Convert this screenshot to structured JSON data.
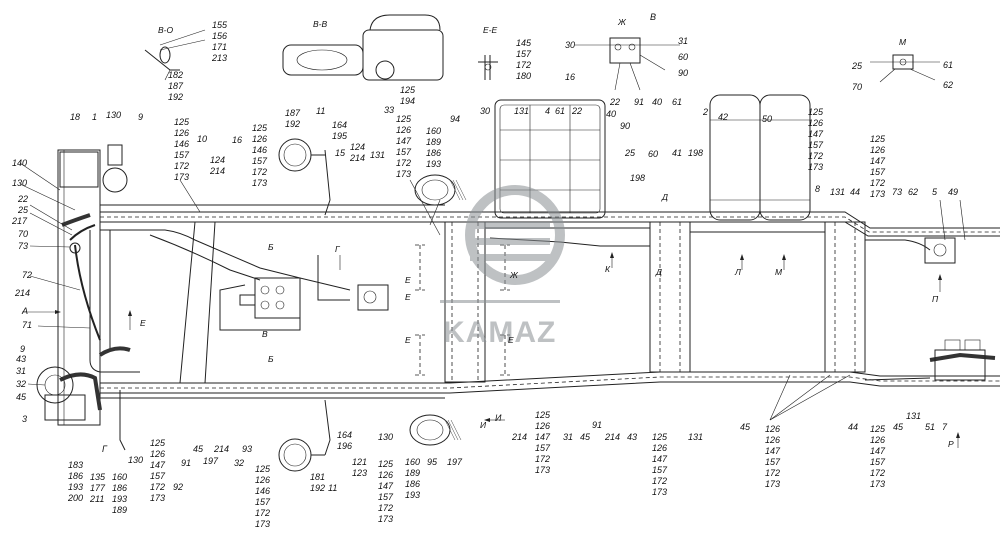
{
  "logo": {
    "text": "KAMAZ"
  },
  "section_views": {
    "bo": "В-О",
    "bb": "В-В",
    "ee": "Е-Е",
    "zh": "Ж",
    "m": "М"
  },
  "labels": [
    {
      "id": "l1",
      "text": "155"
    },
    {
      "id": "l2",
      "text": "156"
    },
    {
      "id": "l3",
      "text": "171"
    },
    {
      "id": "l4",
      "text": "213"
    },
    {
      "id": "l5",
      "text": "182"
    },
    {
      "id": "l6",
      "text": "187"
    },
    {
      "id": "l7",
      "text": "192"
    },
    {
      "id": "l8",
      "text": "125"
    },
    {
      "id": "l9",
      "text": "194"
    },
    {
      "id": "l10",
      "text": "145"
    },
    {
      "id": "l11",
      "text": "157"
    },
    {
      "id": "l12",
      "text": "172"
    },
    {
      "id": "l13",
      "text": "180"
    },
    {
      "id": "l14",
      "text": "30"
    },
    {
      "id": "l15",
      "text": "В"
    },
    {
      "id": "l16",
      "text": "31"
    },
    {
      "id": "l17",
      "text": "60"
    },
    {
      "id": "l18",
      "text": "90"
    },
    {
      "id": "l19",
      "text": "16"
    },
    {
      "id": "l20",
      "text": "22"
    },
    {
      "id": "l21",
      "text": "91"
    },
    {
      "id": "l22",
      "text": "40"
    },
    {
      "id": "l23",
      "text": "61"
    },
    {
      "id": "l24",
      "text": "25"
    },
    {
      "id": "l25",
      "text": "61"
    },
    {
      "id": "l26",
      "text": "70"
    },
    {
      "id": "l27",
      "text": "62"
    },
    {
      "id": "l28",
      "text": "18"
    },
    {
      "id": "l29",
      "text": "1"
    },
    {
      "id": "l30",
      "text": "130"
    },
    {
      "id": "l31",
      "text": "9"
    },
    {
      "id": "l32",
      "text": "125"
    },
    {
      "id": "l33",
      "text": "126"
    },
    {
      "id": "l34",
      "text": "146"
    },
    {
      "id": "l35",
      "text": "157"
    },
    {
      "id": "l36",
      "text": "172"
    },
    {
      "id": "l37",
      "text": "173"
    },
    {
      "id": "l38",
      "text": "10"
    },
    {
      "id": "l39",
      "text": "124"
    },
    {
      "id": "l40",
      "text": "214"
    },
    {
      "id": "l41",
      "text": "16"
    },
    {
      "id": "l42",
      "text": "125"
    },
    {
      "id": "l43",
      "text": "126"
    },
    {
      "id": "l44",
      "text": "146"
    },
    {
      "id": "l45",
      "text": "157"
    },
    {
      "id": "l46",
      "text": "172"
    },
    {
      "id": "l47",
      "text": "173"
    },
    {
      "id": "l48",
      "text": "187"
    },
    {
      "id": "l49",
      "text": "192"
    },
    {
      "id": "l50",
      "text": "11"
    },
    {
      "id": "l51",
      "text": "164"
    },
    {
      "id": "l52",
      "text": "195"
    },
    {
      "id": "l53",
      "text": "15"
    },
    {
      "id": "l54",
      "text": "124"
    },
    {
      "id": "l55",
      "text": "214"
    },
    {
      "id": "l56",
      "text": "131"
    },
    {
      "id": "l57",
      "text": "33"
    },
    {
      "id": "l58",
      "text": "125"
    },
    {
      "id": "l59",
      "text": "126"
    },
    {
      "id": "l60",
      "text": "147"
    },
    {
      "id": "l61",
      "text": "157"
    },
    {
      "id": "l62",
      "text": "172"
    },
    {
      "id": "l63",
      "text": "173"
    },
    {
      "id": "l64",
      "text": "160"
    },
    {
      "id": "l65",
      "text": "189"
    },
    {
      "id": "l66",
      "text": "186"
    },
    {
      "id": "l67",
      "text": "193"
    },
    {
      "id": "l68",
      "text": "94"
    },
    {
      "id": "l69",
      "text": "30"
    },
    {
      "id": "l70",
      "text": "131"
    },
    {
      "id": "l71",
      "text": "4"
    },
    {
      "id": "l72",
      "text": "61"
    },
    {
      "id": "l73",
      "text": "22"
    },
    {
      "id": "l74",
      "text": "40"
    },
    {
      "id": "l75",
      "text": "90"
    },
    {
      "id": "l76",
      "text": "25"
    },
    {
      "id": "l77",
      "text": "60"
    },
    {
      "id": "l78",
      "text": "198"
    },
    {
      "id": "l79",
      "text": "41"
    },
    {
      "id": "l80",
      "text": "198"
    },
    {
      "id": "l81",
      "text": "2"
    },
    {
      "id": "l82",
      "text": "42"
    },
    {
      "id": "l83",
      "text": "50"
    },
    {
      "id": "l84",
      "text": "125"
    },
    {
      "id": "l85",
      "text": "126"
    },
    {
      "id": "l86",
      "text": "147"
    },
    {
      "id": "l87",
      "text": "157"
    },
    {
      "id": "l88",
      "text": "172"
    },
    {
      "id": "l89",
      "text": "173"
    },
    {
      "id": "l90",
      "text": "125"
    },
    {
      "id": "l91",
      "text": "126"
    },
    {
      "id": "l92",
      "text": "147"
    },
    {
      "id": "l93",
      "text": "157"
    },
    {
      "id": "l94",
      "text": "172"
    },
    {
      "id": "l95",
      "text": "173"
    },
    {
      "id": "l96",
      "text": "8"
    },
    {
      "id": "l97",
      "text": "131"
    },
    {
      "id": "l98",
      "text": "44"
    },
    {
      "id": "l99",
      "text": "73"
    },
    {
      "id": "l100",
      "text": "62"
    },
    {
      "id": "l101",
      "text": "5"
    },
    {
      "id": "l102",
      "text": "49"
    },
    {
      "id": "l103",
      "text": "140"
    },
    {
      "id": "l104",
      "text": "130"
    },
    {
      "id": "l105",
      "text": "22"
    },
    {
      "id": "l106",
      "text": "25"
    },
    {
      "id": "l107",
      "text": "217"
    },
    {
      "id": "l108",
      "text": "70"
    },
    {
      "id": "l109",
      "text": "73"
    },
    {
      "id": "l110",
      "text": "72"
    },
    {
      "id": "l111",
      "text": "214"
    },
    {
      "id": "l112",
      "text": "А"
    },
    {
      "id": "l113",
      "text": "71"
    },
    {
      "id": "l114",
      "text": "9"
    },
    {
      "id": "l115",
      "text": "43"
    },
    {
      "id": "l116",
      "text": "31"
    },
    {
      "id": "l117",
      "text": "32"
    },
    {
      "id": "l118",
      "text": "45"
    },
    {
      "id": "l119",
      "text": "3"
    },
    {
      "id": "l120",
      "text": "Г"
    },
    {
      "id": "l121",
      "text": "183"
    },
    {
      "id": "l122",
      "text": "186"
    },
    {
      "id": "l123",
      "text": "193"
    },
    {
      "id": "l124",
      "text": "200"
    },
    {
      "id": "l125",
      "text": "135"
    },
    {
      "id": "l126",
      "text": "177"
    },
    {
      "id": "l127",
      "text": "211"
    },
    {
      "id": "l128",
      "text": "160"
    },
    {
      "id": "l129",
      "text": "186"
    },
    {
      "id": "l130",
      "text": "193"
    },
    {
      "id": "l131",
      "text": "189"
    },
    {
      "id": "l132",
      "text": "130"
    },
    {
      "id": "l133",
      "text": "125"
    },
    {
      "id": "l134",
      "text": "126"
    },
    {
      "id": "l135",
      "text": "147"
    },
    {
      "id": "l136",
      "text": "157"
    },
    {
      "id": "l137",
      "text": "172"
    },
    {
      "id": "l138",
      "text": "173"
    },
    {
      "id": "l139",
      "text": "91"
    },
    {
      "id": "l140",
      "text": "92"
    },
    {
      "id": "l141",
      "text": "45"
    },
    {
      "id": "l142",
      "text": "197"
    },
    {
      "id": "l143",
      "text": "214"
    },
    {
      "id": "l144",
      "text": "32"
    },
    {
      "id": "l145",
      "text": "93"
    },
    {
      "id": "l146",
      "text": "125"
    },
    {
      "id": "l147",
      "text": "126"
    },
    {
      "id": "l148",
      "text": "146"
    },
    {
      "id": "l149",
      "text": "157"
    },
    {
      "id": "l150",
      "text": "172"
    },
    {
      "id": "l151",
      "text": "173"
    },
    {
      "id": "l152",
      "text": "181"
    },
    {
      "id": "l153",
      "text": "192"
    },
    {
      "id": "l154",
      "text": "11"
    },
    {
      "id": "l155",
      "text": "164"
    },
    {
      "id": "l156",
      "text": "196"
    },
    {
      "id": "l157",
      "text": "121"
    },
    {
      "id": "l158",
      "text": "123"
    },
    {
      "id": "l159",
      "text": "130"
    },
    {
      "id": "l160",
      "text": "125"
    },
    {
      "id": "l161",
      "text": "126"
    },
    {
      "id": "l162",
      "text": "147"
    },
    {
      "id": "l163",
      "text": "157"
    },
    {
      "id": "l164",
      "text": "172"
    },
    {
      "id": "l165",
      "text": "173"
    },
    {
      "id": "l166",
      "text": "160"
    },
    {
      "id": "l167",
      "text": "189"
    },
    {
      "id": "l168",
      "text": "186"
    },
    {
      "id": "l169",
      "text": "193"
    },
    {
      "id": "l170",
      "text": "95"
    },
    {
      "id": "l171",
      "text": "197"
    },
    {
      "id": "l172",
      "text": "И"
    },
    {
      "id": "l173",
      "text": "214"
    },
    {
      "id": "l174",
      "text": "125"
    },
    {
      "id": "l175",
      "text": "126"
    },
    {
      "id": "l176",
      "text": "147"
    },
    {
      "id": "l177",
      "text": "157"
    },
    {
      "id": "l178",
      "text": "172"
    },
    {
      "id": "l179",
      "text": "173"
    },
    {
      "id": "l180",
      "text": "31"
    },
    {
      "id": "l181",
      "text": "45"
    },
    {
      "id": "l182",
      "text": "91"
    },
    {
      "id": "l183",
      "text": "214"
    },
    {
      "id": "l184",
      "text": "43"
    },
    {
      "id": "l185",
      "text": "125"
    },
    {
      "id": "l186",
      "text": "126"
    },
    {
      "id": "l187",
      "text": "147"
    },
    {
      "id": "l188",
      "text": "157"
    },
    {
      "id": "l189",
      "text": "172"
    },
    {
      "id": "l190",
      "text": "173"
    },
    {
      "id": "l191",
      "text": "131"
    },
    {
      "id": "l192",
      "text": "45"
    },
    {
      "id": "l193",
      "text": "126"
    },
    {
      "id": "l194",
      "text": "126"
    },
    {
      "id": "l195",
      "text": "147"
    },
    {
      "id": "l196",
      "text": "157"
    },
    {
      "id": "l197",
      "text": "172"
    },
    {
      "id": "l198",
      "text": "173"
    },
    {
      "id": "l199",
      "text": "44"
    },
    {
      "id": "l200",
      "text": "125"
    },
    {
      "id": "l201",
      "text": "126"
    },
    {
      "id": "l202",
      "text": "147"
    },
    {
      "id": "l203",
      "text": "157"
    },
    {
      "id": "l204",
      "text": "172"
    },
    {
      "id": "l205",
      "text": "173"
    },
    {
      "id": "l206",
      "text": "45"
    },
    {
      "id": "l207",
      "text": "131"
    },
    {
      "id": "l208",
      "text": "51"
    },
    {
      "id": "l209",
      "text": "7"
    },
    {
      "id": "l210",
      "text": "И"
    },
    {
      "id": "l211",
      "text": "К"
    },
    {
      "id": "l212",
      "text": "Л"
    },
    {
      "id": "l213",
      "text": "М"
    },
    {
      "id": "l214",
      "text": "П"
    },
    {
      "id": "l215",
      "text": "Р"
    },
    {
      "id": "l216",
      "text": "Д"
    },
    {
      "id": "l217",
      "text": "Ж"
    },
    {
      "id": "l218",
      "text": "Е"
    },
    {
      "id": "l219",
      "text": "Е"
    },
    {
      "id": "l220",
      "text": "Е"
    },
    {
      "id": "l221",
      "text": "Е"
    },
    {
      "id": "l222",
      "text": "Б"
    },
    {
      "id": "l223",
      "text": "Б"
    },
    {
      "id": "l224",
      "text": "Г"
    },
    {
      "id": "l225",
      "text": "В"
    },
    {
      "id": "l226",
      "text": "Д"
    },
    {
      "id": "l227",
      "text": "Е"
    }
  ]
}
